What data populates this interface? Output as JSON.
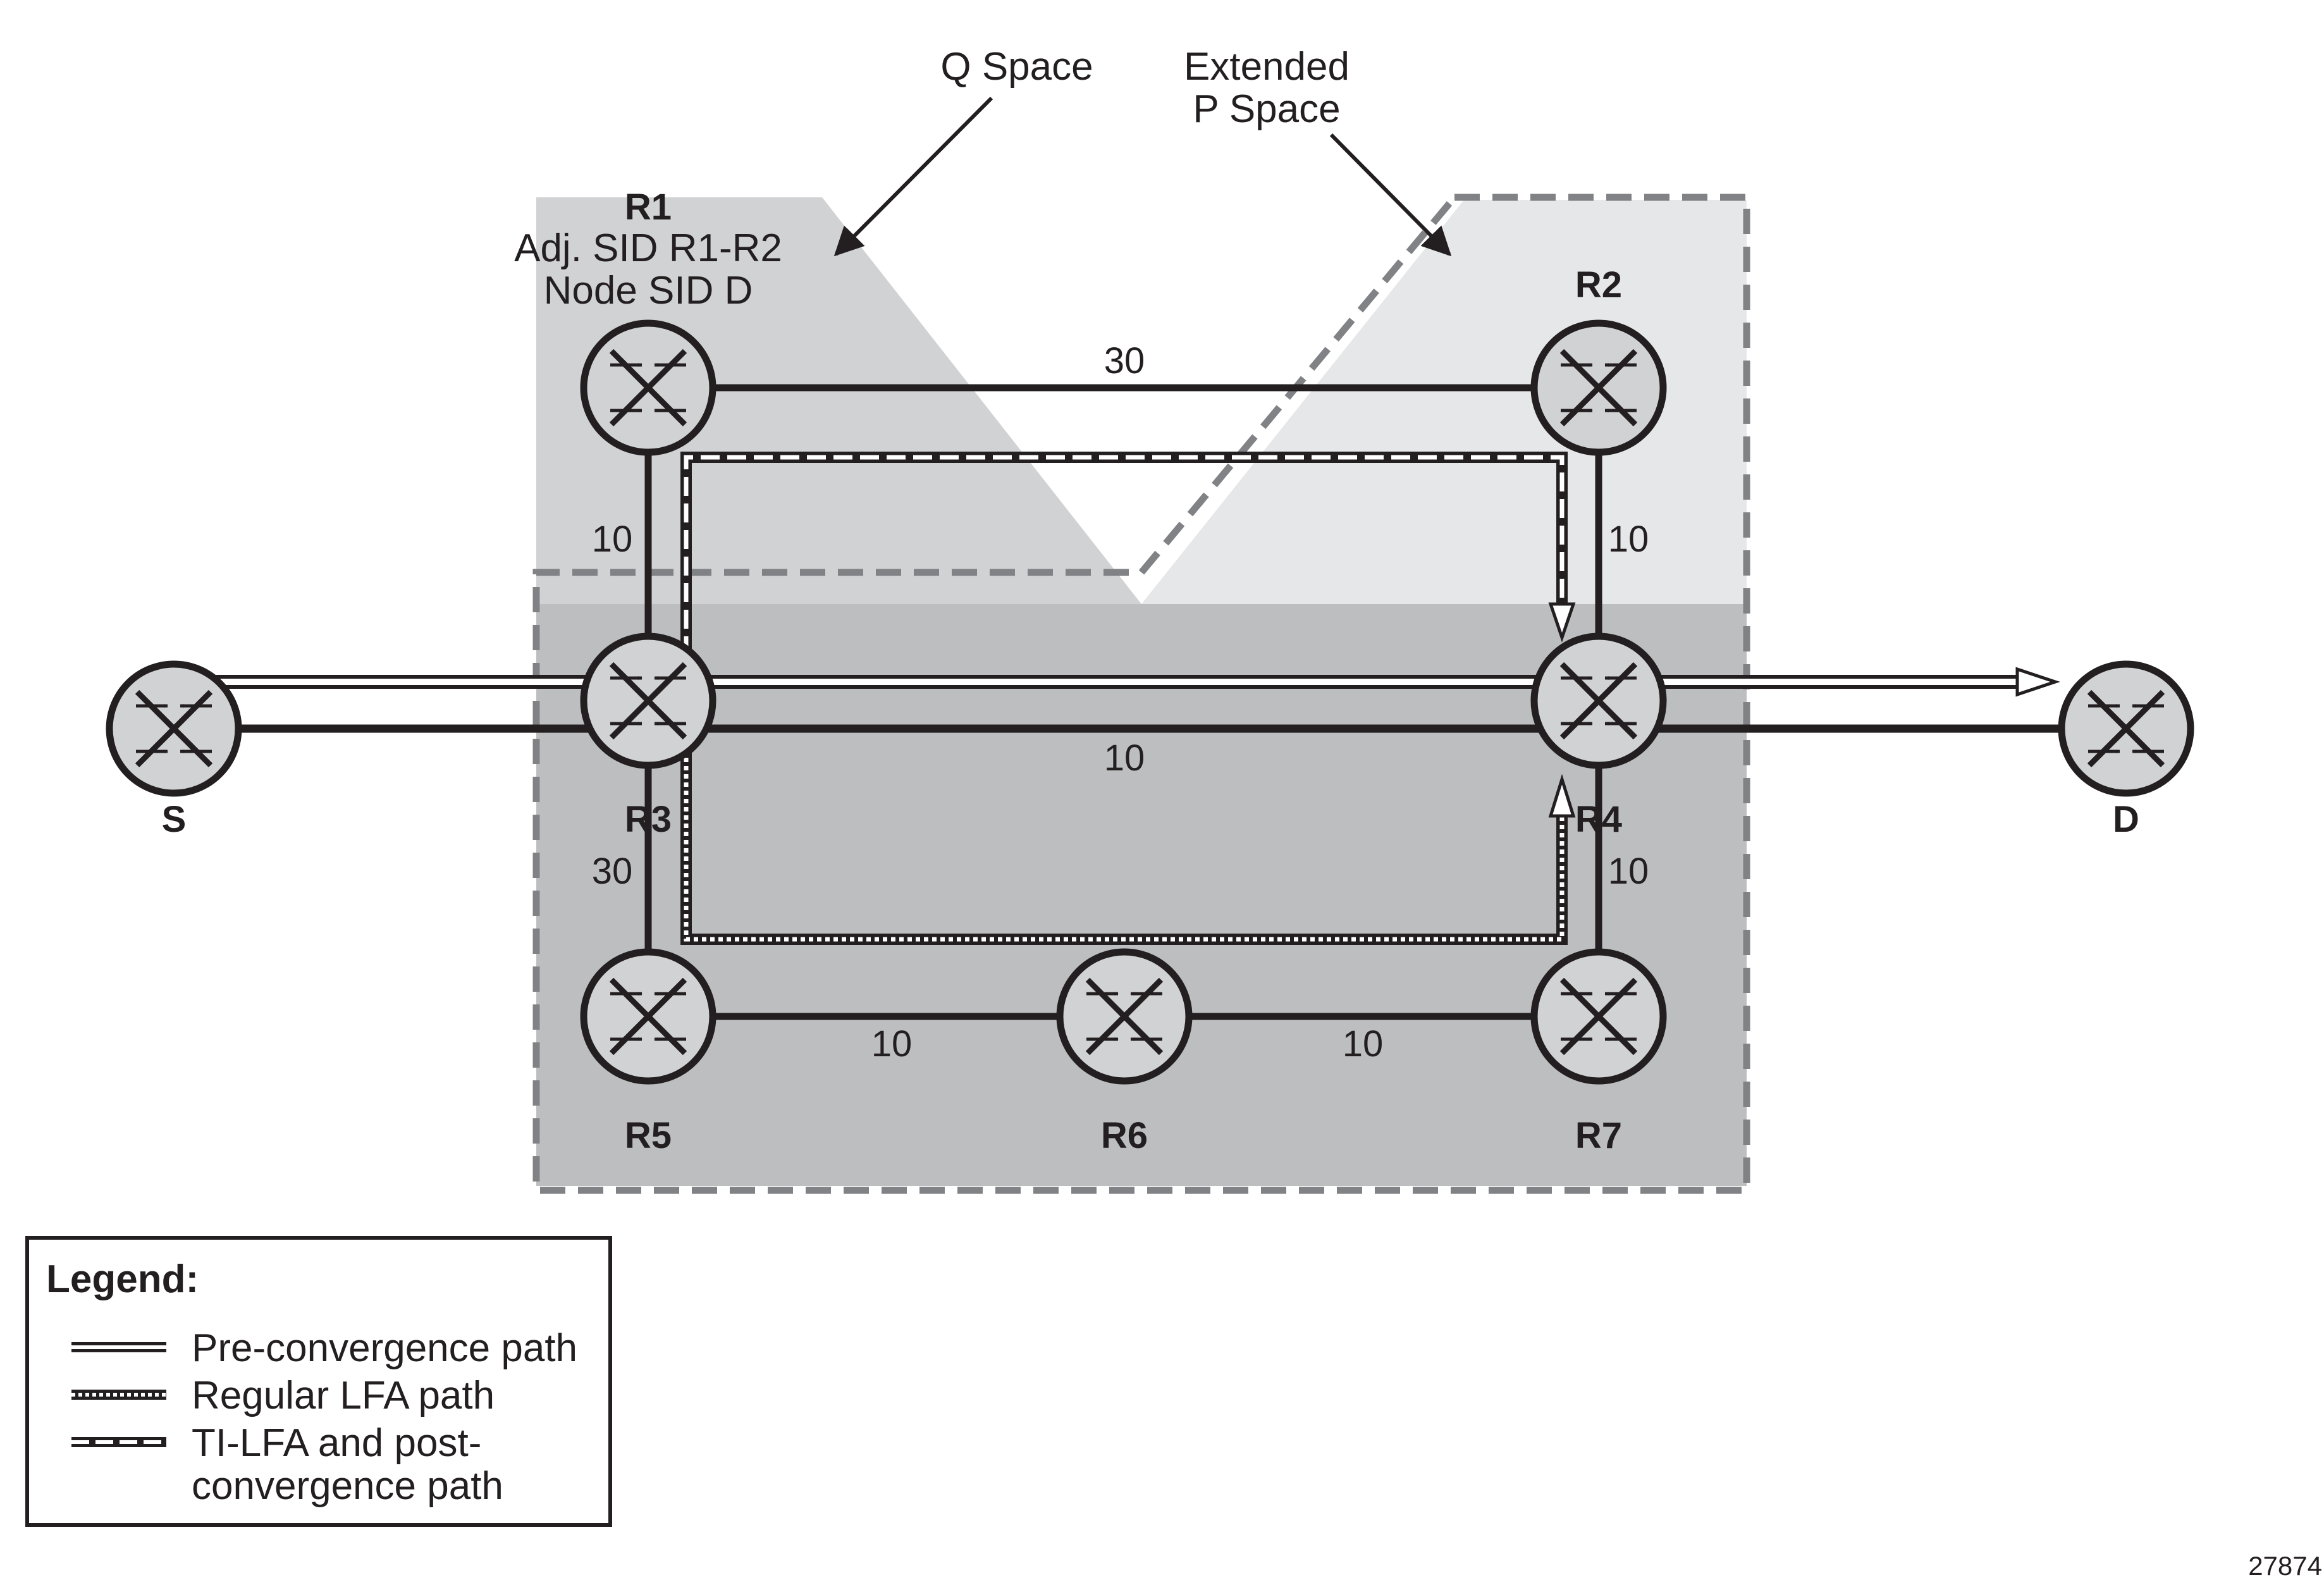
{
  "annotations": {
    "q_space": "Q Space",
    "ext_p_space_line1": "Extended",
    "ext_p_space_line2": "P Space"
  },
  "r1_details": {
    "line1": "Adj. SID R1-R2",
    "line2": "Node SID D"
  },
  "nodes": {
    "S": "S",
    "R1": "R1",
    "R2": "R2",
    "R3": "R3",
    "R4": "R4",
    "R5": "R5",
    "R6": "R6",
    "R7": "R7",
    "D": "D"
  },
  "link_metrics": {
    "r1_r2": "30",
    "r1_r3": "10",
    "r2_r4": "10",
    "r3_r4": "10",
    "r3_r5": "30",
    "r4_r7": "10",
    "r5_r6": "10",
    "r6_r7": "10"
  },
  "legend": {
    "title": "Legend:",
    "pre_convergence": "Pre-convergence path",
    "regular_lfa": "Regular LFA path",
    "tilfa_line1": "TI-LFA and post-",
    "tilfa_line2": "convergence path"
  },
  "figure_id": "27874",
  "colors": {
    "q_space_fill": "#d1d2d4",
    "ext_p_space_fill": "#e6e7e8",
    "overlap_fill": "#bcbec0",
    "node_fill": "#d1d2d4",
    "line": "#231f20",
    "dashed_border": "#808285"
  },
  "icons": {
    "router": "router-cross-arrows-icon"
  }
}
